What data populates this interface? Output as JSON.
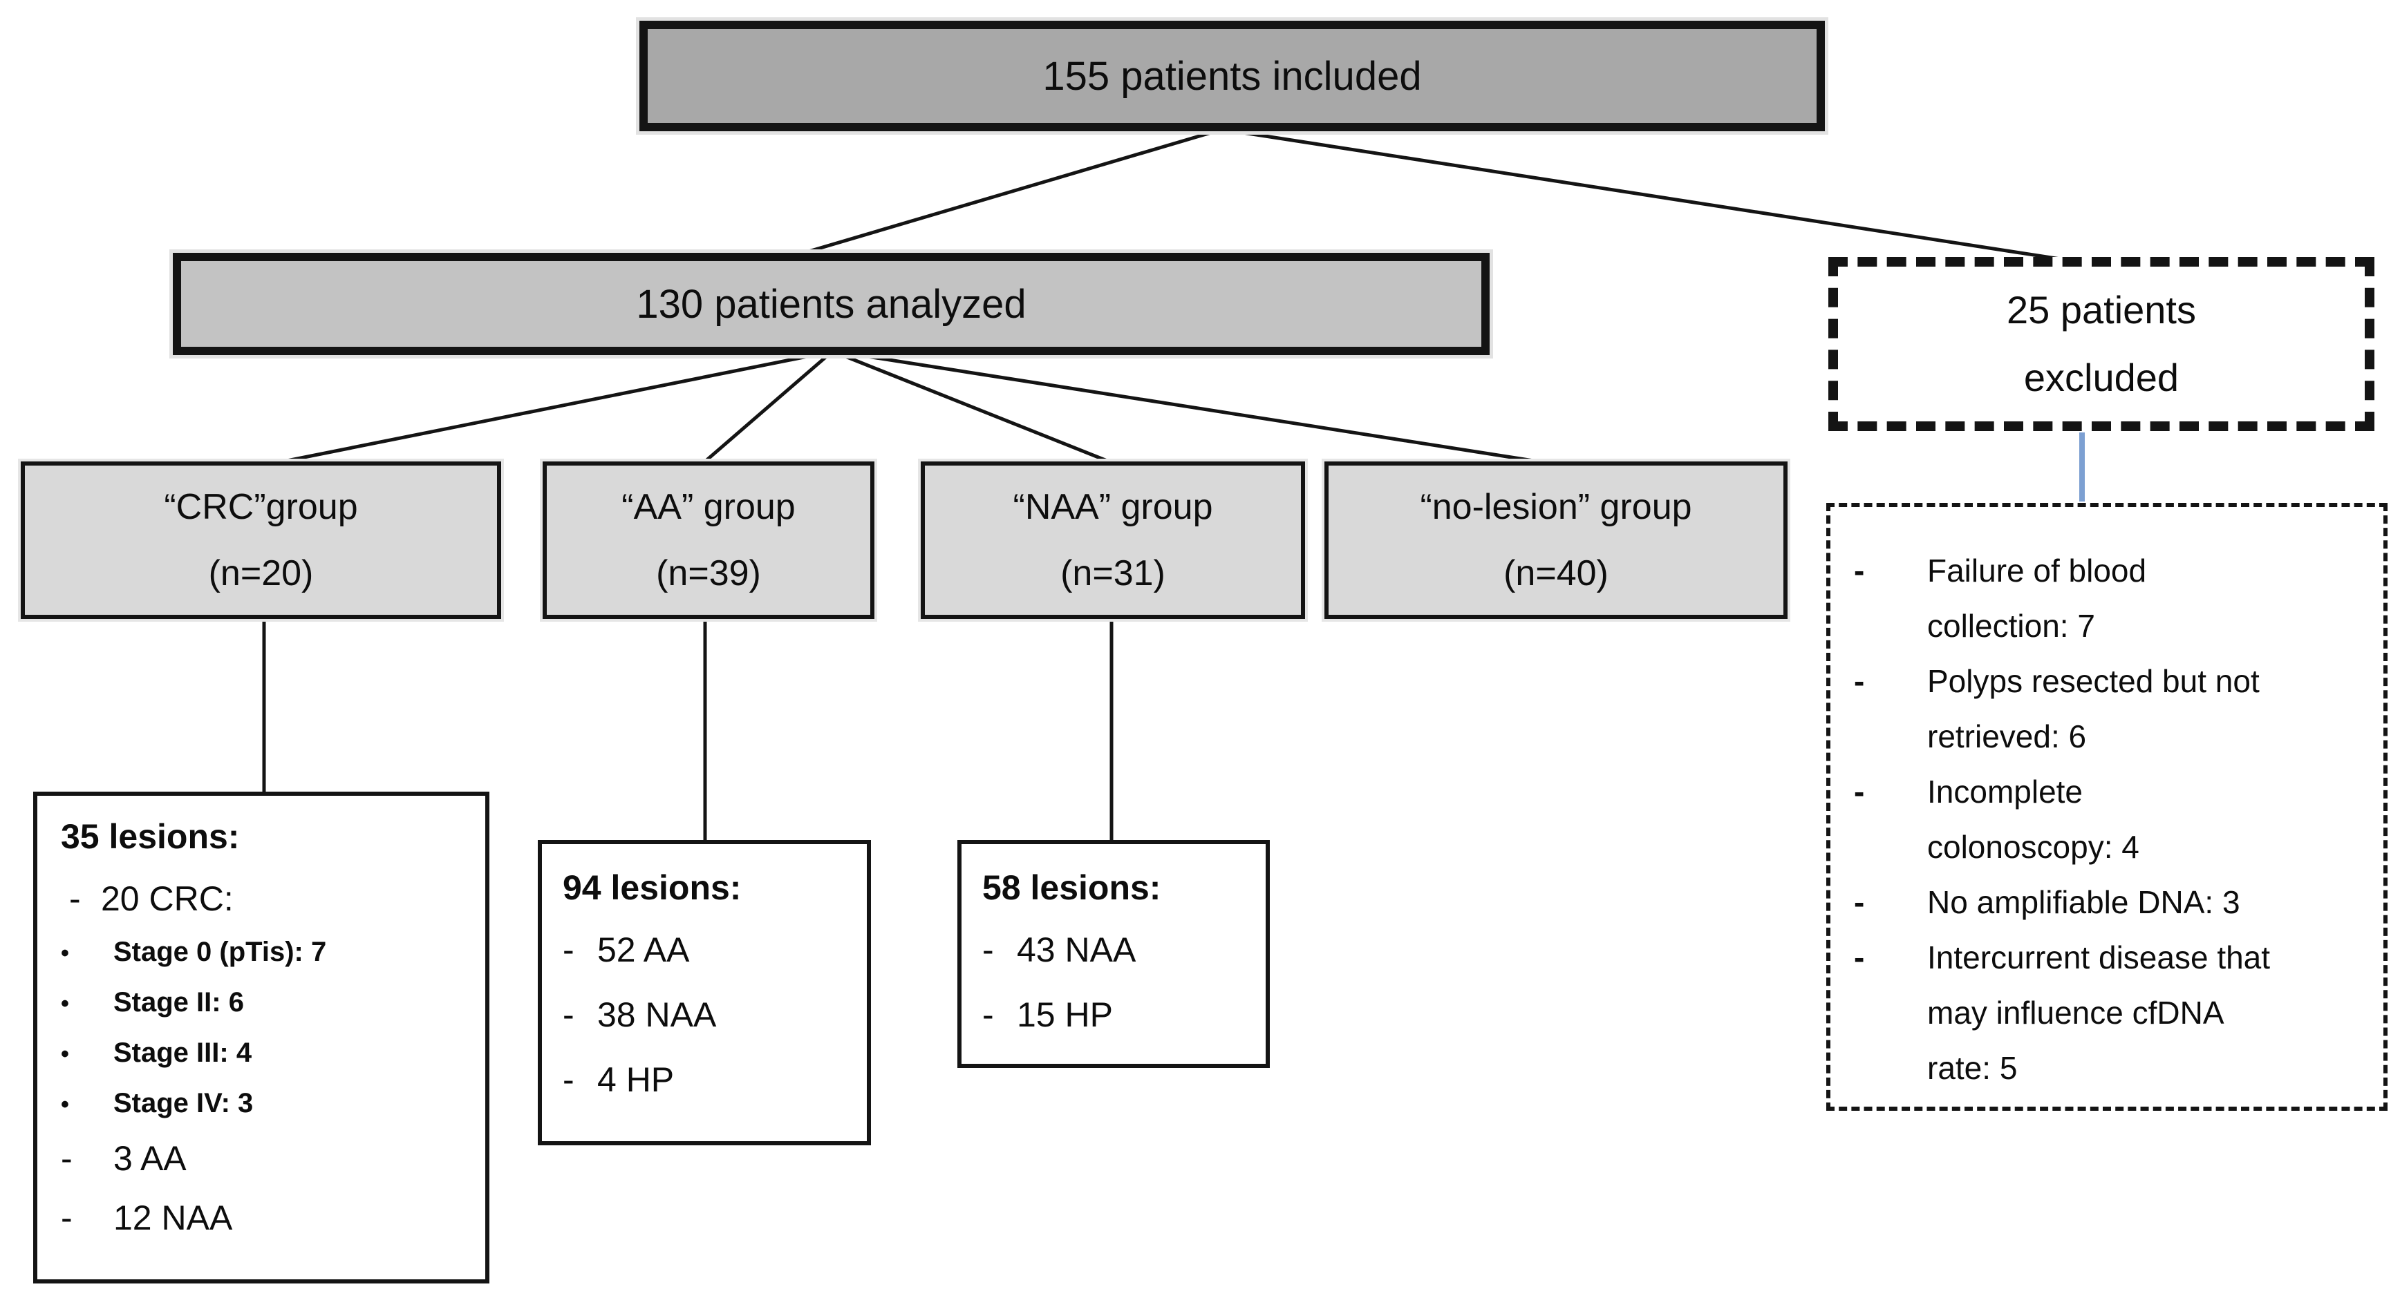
{
  "figure": {
    "included_box": {
      "label": "155 patients included"
    },
    "analyzed_box": {
      "label": "130 patients analyzed"
    },
    "excluded_box": {
      "line1": "25 patients",
      "line2": "excluded"
    },
    "groups": [
      {
        "name": "“CRC”group",
        "n": "(n=20)"
      },
      {
        "name": "“AA” group",
        "n": "(n=39)"
      },
      {
        "name": "“NAA” group",
        "n": "(n=31)"
      },
      {
        "name": "“no-lesion” group",
        "n": "(n=40)"
      }
    ],
    "crc_lesions": {
      "title": "35 lesions:",
      "sub": {
        "marker": "-",
        "text": "20 CRC:"
      },
      "stages": [
        {
          "marker": "•",
          "text": "Stage 0 (pTis): 7"
        },
        {
          "marker": "•",
          "text": "Stage II: 6"
        },
        {
          "marker": "•",
          "text": "Stage III: 4"
        },
        {
          "marker": "•",
          "text": "Stage IV: 3"
        }
      ],
      "others": [
        {
          "marker": "-",
          "text": "3 AA"
        },
        {
          "marker": "-",
          "text": "12 NAA"
        }
      ]
    },
    "aa_lesions": {
      "title": "94 lesions:",
      "items": [
        {
          "marker": "-",
          "text": "52 AA"
        },
        {
          "marker": "-",
          "text": "38 NAA"
        },
        {
          "marker": "-",
          "text": "4 HP"
        }
      ]
    },
    "naa_lesions": {
      "title": "58 lesions:",
      "items": [
        {
          "marker": "-",
          "text": "43 NAA"
        },
        {
          "marker": "-",
          "text": "15 HP"
        }
      ]
    },
    "exclusion_reasons": [
      {
        "marker": "-",
        "text": "Failure of blood collection: 7"
      },
      {
        "marker": "-",
        "text": "Polyps resected but not retrieved: 6"
      },
      {
        "marker": "-",
        "text": "Incomplete colonoscopy: 4"
      },
      {
        "marker": "-",
        "text": "No amplifiable DNA: 3"
      },
      {
        "marker": "-",
        "text": "Intercurrent disease that may influence cfDNA rate: 5"
      }
    ]
  },
  "colors": {
    "included_fill": "#a8a8a8",
    "analyzed_fill": "#c3c3c3",
    "group_fill": "#d9d9d9",
    "line_color": "#141414",
    "excluded_connector": "#7da0d2"
  }
}
